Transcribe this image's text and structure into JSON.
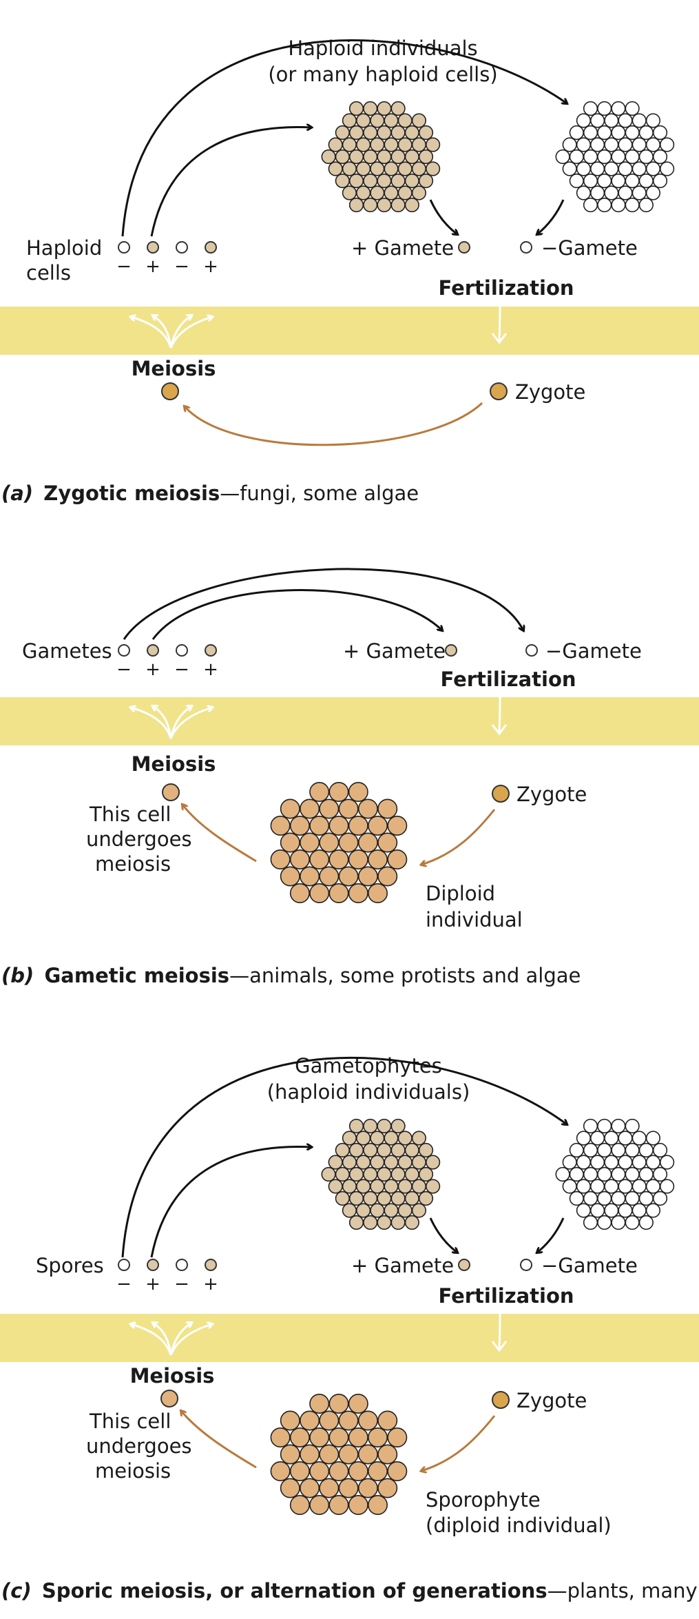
{
  "colors": {
    "band": "#f0e38a",
    "haploid_plus": "#dcc7a6",
    "haploid_minus": "#ffffff",
    "diploid": "#e2b27e",
    "zygote": "#d9a54d",
    "gamete_plus": "#dcc7a6",
    "brown_arrow": "#b87a3d",
    "black_arrow": "#111111"
  },
  "icons": {
    "cell_cluster": "circle-cluster-icon",
    "single_cell": "circle-icon",
    "fan_arrows": "four-way-upward-arrows-icon",
    "down_arrow": "down-arrow-icon"
  },
  "panel_a": {
    "top_label_1": "Haploid individuals",
    "top_label_2": "(or many haploid cells)",
    "start_label_1": "Haploid",
    "start_label_2": "cells",
    "signs": [
      "−",
      "+",
      "−",
      "+"
    ],
    "plus_gamete": "+ Gamete",
    "minus_gamete": "−Gamete",
    "fertilization": "Fertilization",
    "meiosis": "Meiosis",
    "zygote": "Zygote",
    "caption_prefix": "(a)",
    "caption_title": "Zygotic meiosis",
    "caption_rest": "—fungi, some algae"
  },
  "panel_b": {
    "start_label": "Gametes",
    "signs": [
      "−",
      "+",
      "−",
      "+"
    ],
    "plus_gamete": "+ Gamete",
    "minus_gamete": "−Gamete",
    "fertilization": "Fertilization",
    "meiosis": "Meiosis",
    "zygote": "Zygote",
    "cell_note_1": "This cell",
    "cell_note_2": "undergoes",
    "cell_note_3": "meiosis",
    "diploid_1": "Diploid",
    "diploid_2": "individual",
    "caption_prefix": "(b)",
    "caption_title": "Gametic meiosis",
    "caption_rest": "—animals, some protists and algae"
  },
  "panel_c": {
    "top_label_1": "Gametophytes",
    "top_label_2": "(haploid individuals)",
    "start_label": "Spores",
    "signs": [
      "−",
      "+",
      "−",
      "+"
    ],
    "plus_gamete": "+ Gamete",
    "minus_gamete": "−Gamete",
    "fertilization": "Fertilization",
    "meiosis": "Meiosis",
    "zygote": "Zygote",
    "cell_note_1": "This cell",
    "cell_note_2": "undergoes",
    "cell_note_3": "meiosis",
    "sporophyte_1": "Sporophyte",
    "sporophyte_2": "(diploid individual)",
    "caption_prefix": "(c)",
    "caption_title": "Sporic meiosis, or alternation of generations",
    "caption_rest": "—plants, many algae"
  }
}
